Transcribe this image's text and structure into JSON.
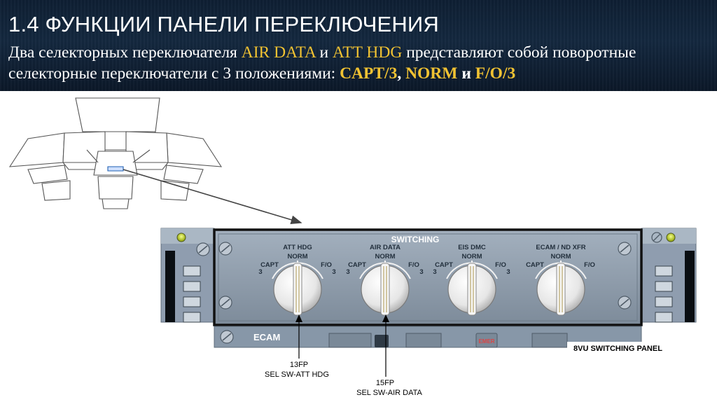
{
  "header": {
    "title": "1.4 ФУНКЦИИ ПАНЕЛИ ПЕРЕКЛЮЧЕНИЯ",
    "line1_a": "Два селекторных переключателя ",
    "line1_air": "AIR DATA",
    "line1_and": " и ",
    "line1_att": "ATT HDG",
    "line1_b": " представляют собой поворотные",
    "line2_a": "селекторные переключатели с 3 положениями:  ",
    "pos1": "CAPT/3",
    "comma": ", ",
    "pos2": "NORM",
    "and2": " и ",
    "pos3": "F/O/3"
  },
  "panel": {
    "name": "SWITCHING",
    "ecam_label": "ECAM",
    "emer_label": "EMER",
    "bottom_caption": "8VU SWITCHING PANEL",
    "knobs": [
      {
        "title": "ATT HDG",
        "norm": "NORM",
        "left": "CAPT",
        "right": "F/O",
        "left_num": "3",
        "right_num": "3"
      },
      {
        "title": "AIR DATA",
        "norm": "NORM",
        "left": "CAPT",
        "right": "F/O",
        "left_num": "3",
        "right_num": "3"
      },
      {
        "title": "EIS DMC",
        "norm": "NORM",
        "left": "CAPT",
        "right": "F/O",
        "left_num": "3",
        "right_num": "3"
      },
      {
        "title": "ECAM / ND XFR",
        "norm": "NORM",
        "left": "CAPT",
        "right": "F/O"
      }
    ]
  },
  "callouts": [
    {
      "code": "13FP",
      "desc": "SEL SW-ATT HDG"
    },
    {
      "code": "15FP",
      "desc": "SEL SW-AIR DATA"
    }
  ],
  "colors": {
    "header_bg": "#12243a",
    "highlight": "#f1c232",
    "panel_face": "#8c9aaa"
  }
}
